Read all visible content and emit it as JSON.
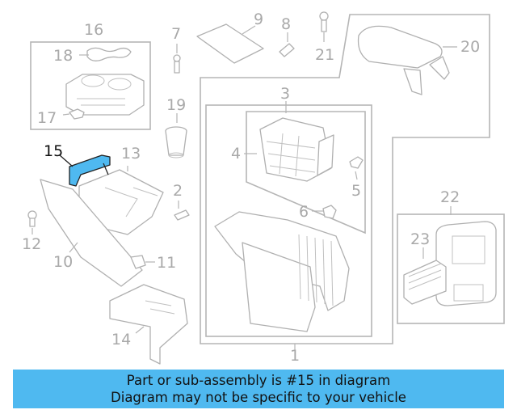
{
  "highlight_color": "#4fb9f0",
  "highlighted_part": "15",
  "labels": {
    "l1": "1",
    "l2": "2",
    "l3": "3",
    "l4": "4",
    "l5": "5",
    "l6": "6",
    "l7": "7",
    "l8": "8",
    "l9": "9",
    "l10": "10",
    "l11": "11",
    "l12": "12",
    "l13": "13",
    "l14": "14",
    "l15": "15",
    "l16": "16",
    "l17": "17",
    "l18": "18",
    "l19": "19",
    "l20": "20",
    "l21": "21",
    "l22": "22",
    "l23": "23"
  },
  "banner": {
    "line1": "Part or sub-assembly is #15 in diagram",
    "line2": "Diagram may not be specific to your vehicle"
  }
}
